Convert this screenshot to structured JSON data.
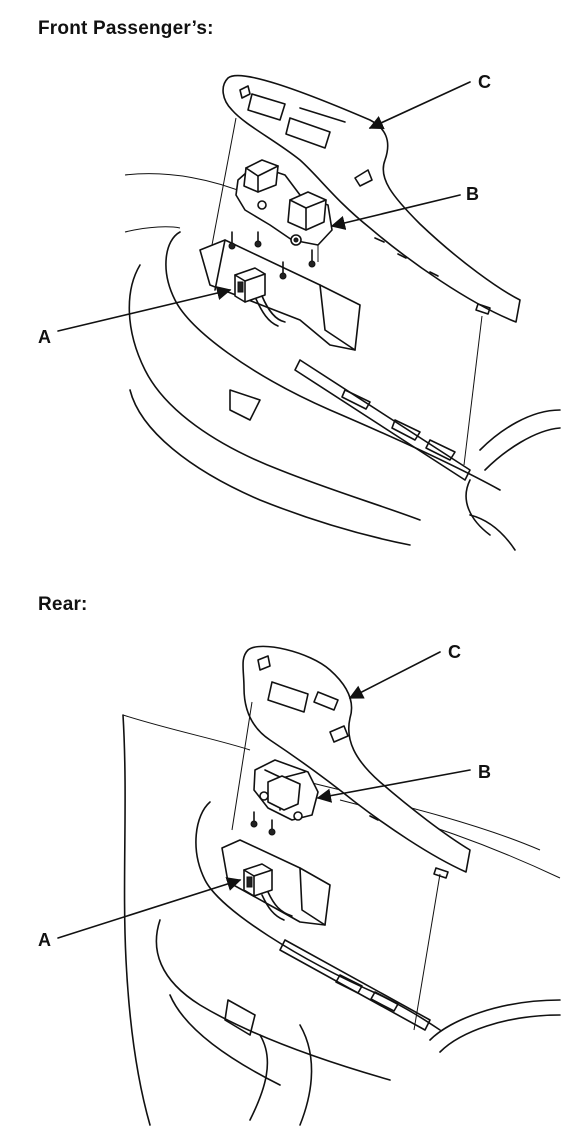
{
  "figures": [
    {
      "title": "Front Passenger’s:",
      "callouts": {
        "a": "A",
        "b": "B",
        "c": "C"
      }
    },
    {
      "title": "Rear:",
      "callouts": {
        "a": "A",
        "b": "B",
        "c": "C"
      }
    }
  ]
}
